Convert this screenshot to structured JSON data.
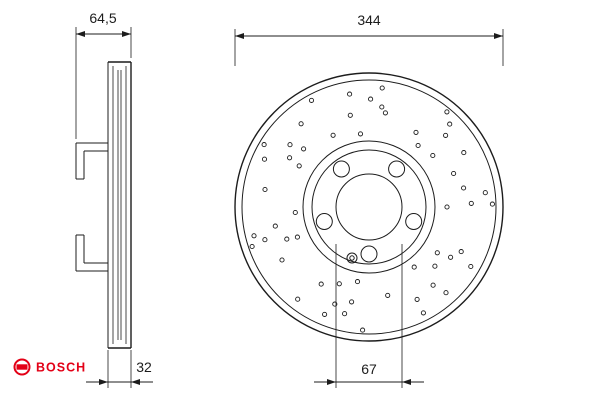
{
  "page": {
    "background": "#ffffff",
    "description": "Brake disc technical drawing, side section view and front view"
  },
  "drawing": {
    "line_color": "#1c1c1c",
    "labels": {
      "overall_width": "64,5",
      "outer_diameter": "344",
      "thickness": "32",
      "center_bore": "67"
    },
    "drill_pattern": {
      "hole_radius": 2.1,
      "rings": [
        {
          "radius": 78,
          "count": 12
        },
        {
          "radius": 92,
          "count": 14
        },
        {
          "radius": 105,
          "count": 15
        },
        {
          "radius": 119,
          "count": 17
        }
      ]
    }
  },
  "brand": {
    "name": "BOSCH",
    "color": "#e30016"
  }
}
